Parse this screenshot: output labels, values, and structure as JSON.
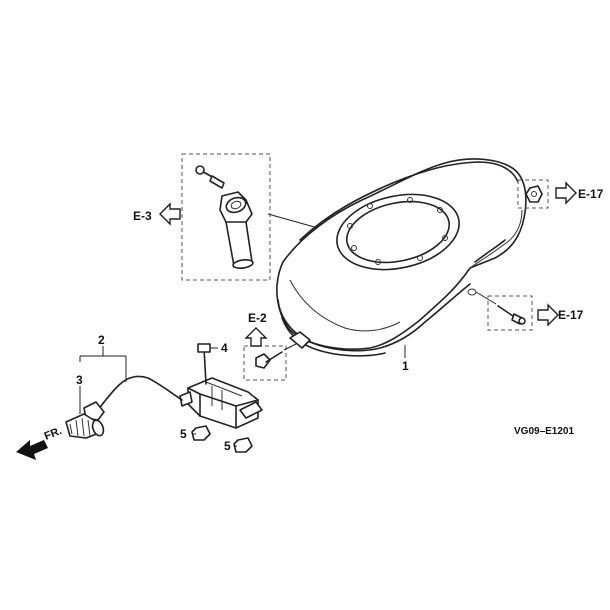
{
  "diagram_code": "VG09–E1201",
  "direction_label": "FR.",
  "refs": {
    "e3": "E-3",
    "e2": "E-2",
    "e17_top": "E-17",
    "e17_right": "E-17"
  },
  "callouts": {
    "p1": "1",
    "p2": "2",
    "p3": "3",
    "p4": "4",
    "p5_left": "5",
    "p5_right": "5"
  }
}
